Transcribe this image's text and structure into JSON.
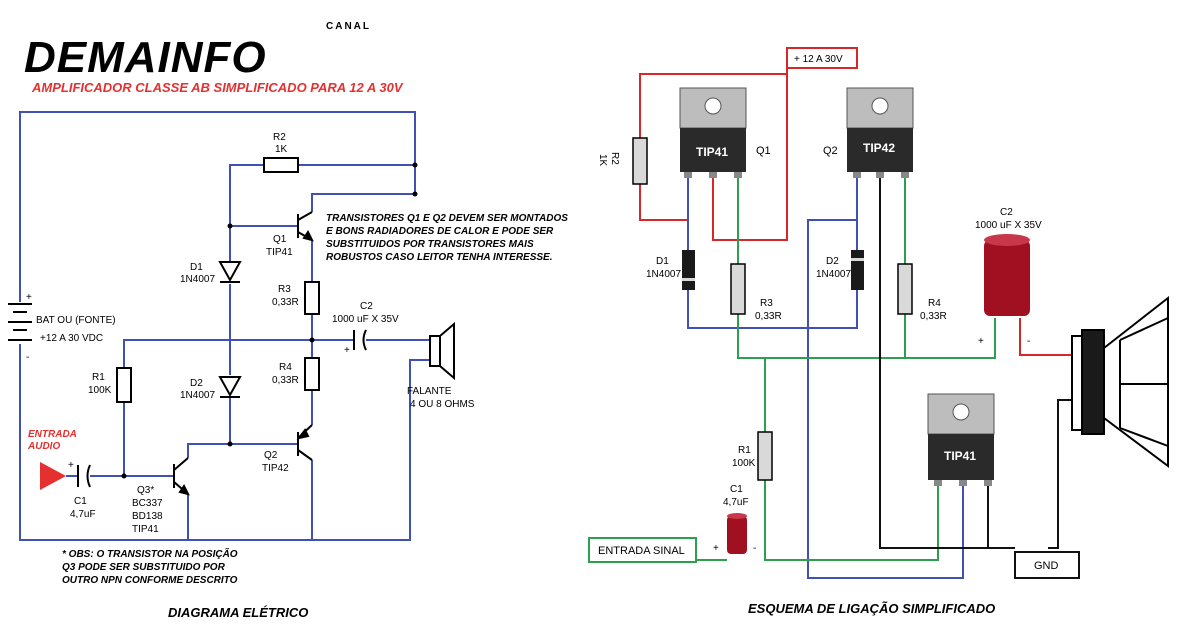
{
  "brand": {
    "logo_text": "DEMAINFO",
    "logo_sub": "CANAL"
  },
  "header": {
    "subtitle": "AMPLIFICADOR CLASSE AB SIMPLIFICADO PARA 12 A 30V"
  },
  "colors": {
    "wire_blue": "#3f51b5",
    "wire_red": "#d62828",
    "wire_green": "#2e9e4f",
    "wire_black": "#111111",
    "accent_red": "#e53030",
    "capacitor_red": "#a01020"
  },
  "schematic": {
    "r2": {
      "name": "R2",
      "value": "1K"
    },
    "q1": {
      "name": "Q1",
      "part": "TIP41"
    },
    "d1": {
      "name": "D1",
      "part": "1N4007"
    },
    "r3": {
      "name": "R3",
      "value": "0,33R"
    },
    "c2": {
      "name": "C2",
      "value": "1000 uF X 35V"
    },
    "bat": {
      "line1": "BAT OU (FONTE)",
      "line2": "+12 A 30 VDC",
      "plus": "+",
      "minus": "-"
    },
    "r4": {
      "name": "R4",
      "value": "0,33R"
    },
    "r1": {
      "name": "R1",
      "value": "100K"
    },
    "d2": {
      "name": "D2",
      "part": "1N4007"
    },
    "speaker": {
      "line1": "FALANTE",
      "line2": "4 OU 8 OHMS"
    },
    "input": {
      "line1": "ENTRADA",
      "line2": "AUDIO"
    },
    "c1": {
      "name": "C1",
      "value": "4,7uF",
      "plus": "+"
    },
    "q2": {
      "name": "Q2",
      "part": "TIP42"
    },
    "q3": {
      "name": "Q3*",
      "part1": "BC337",
      "part2": "BD138",
      "part3": "TIP41"
    },
    "c2_plus": "+",
    "note_transistors": [
      "TRANSISTORES Q1 E Q2 DEVEM SER MONTADOS",
      "E BONS RADIADORES DE CALOR E PODE SER",
      "SUBSTITUIDOS POR TRANSISTORES MAIS",
      "ROBUSTOS CASO LEITOR TENHA INTERESSE."
    ],
    "note_q3": [
      "* OBS: O TRANSISTOR NA POSIÇÃO",
      "Q3 PODE SER SUBSTITUIDO POR",
      "OUTRO NPN CONFORME DESCRITO"
    ],
    "caption": "DIAGRAMA ELÉTRICO"
  },
  "wiring": {
    "supply": "+ 12 A 30V",
    "q1_part": "TIP41",
    "q1_name": "Q1",
    "q2_name": "Q2",
    "q2_part": "TIP42",
    "r2": {
      "name": "R2",
      "value": "1K"
    },
    "d1": {
      "name": "D1",
      "part": "1N4007"
    },
    "r3": {
      "name": "R3",
      "value": "0,33R"
    },
    "d2": {
      "name": "D2",
      "part": "1N4007"
    },
    "r4": {
      "name": "R4",
      "value": "0,33R"
    },
    "c2": {
      "name": "C2",
      "value": "1000 uF X 35V",
      "plus": "+",
      "minus": "-"
    },
    "r1": {
      "name": "R1",
      "value": "100K"
    },
    "q3_part": "TIP41",
    "c1": {
      "name": "C1",
      "value": "4,7uF",
      "plus": "+",
      "minus": "-"
    },
    "input_box": "ENTRADA SINAL",
    "gnd_box": "GND",
    "caption": "ESQUEMA DE LIGAÇÃO SIMPLIFICADO"
  }
}
